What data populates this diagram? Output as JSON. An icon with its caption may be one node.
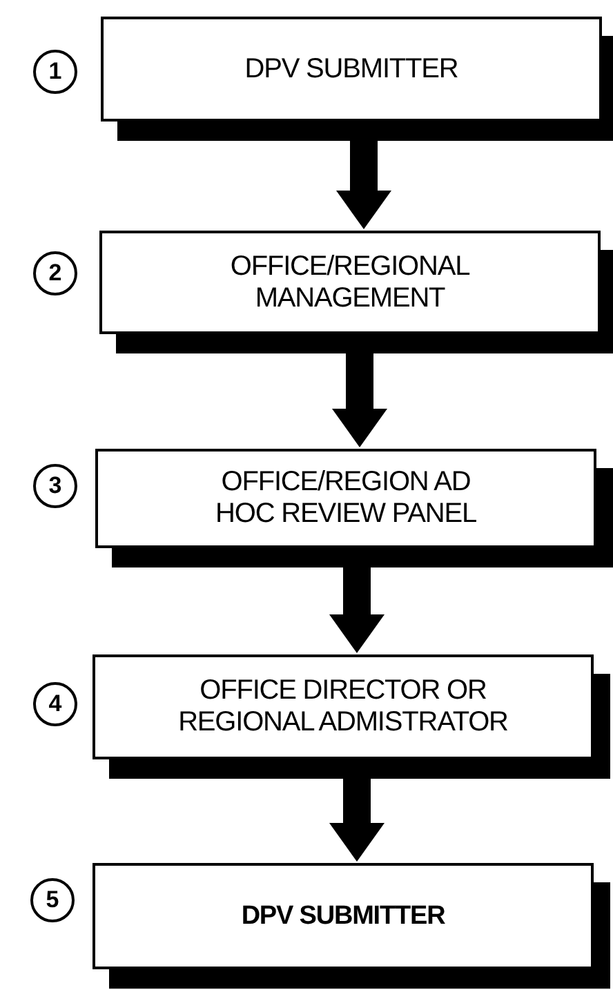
{
  "diagram": {
    "nodes": [
      {
        "text": [
          "1"
        ]
      },
      {
        "text": [
          "DPV SUBMITTER"
        ]
      },
      {
        "text": [
          "2"
        ]
      },
      {
        "text": [
          "OFFICE/REGIONAL MANAGEMENT"
        ]
      },
      {
        "text": [
          "3"
        ]
      },
      {
        "text": [
          "OFFICE/REGION AD HOC REVIEW PANEL"
        ]
      },
      {
        "text": [
          "4"
        ]
      },
      {
        "text": [
          "OFFICE DIRECTOR OR REGIONAL ADMISTRATOR"
        ]
      },
      {
        "text": [
          "5"
        ]
      },
      {
        "text": [
          "DPV SUBMITTER"
        ]
      }
    ],
    "edges": [
      {
        "from": 1,
        "to": 3,
        "arrow": "to"
      },
      {
        "from": 3,
        "to": 5,
        "arrow": "to"
      },
      {
        "from": 5,
        "to": 7,
        "arrow": "to"
      },
      {
        "from": 7,
        "to": 9,
        "arrow": "to"
      }
    ]
  }
}
